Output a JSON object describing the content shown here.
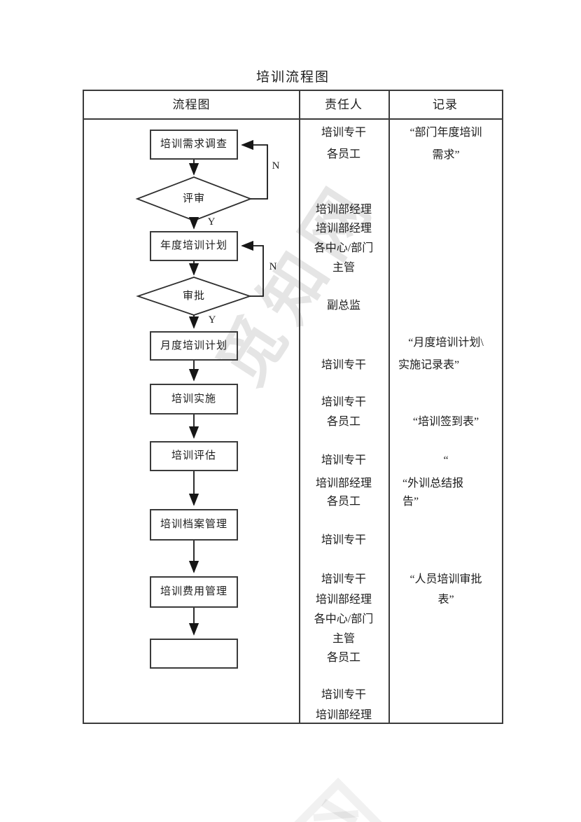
{
  "page": {
    "title": "培训流程图"
  },
  "table": {
    "headers": [
      {
        "label": "流程图"
      },
      {
        "label": "责任人"
      },
      {
        "label": "记录"
      }
    ]
  },
  "flowchart": {
    "boxes": [
      {
        "label": "培训需求调查"
      },
      {
        "label": "年度培训计划"
      },
      {
        "label": "月度培训计划"
      },
      {
        "label": "培训实施"
      },
      {
        "label": "培训评估"
      },
      {
        "label": "培训档案管理"
      },
      {
        "label": "培训费用管理"
      },
      {
        "label": ""
      }
    ],
    "decisions": [
      {
        "label": "评审",
        "no_label": "N",
        "yes_label": "Y"
      },
      {
        "label": "审批",
        "no_label": "N",
        "yes_label": "Y"
      }
    ]
  },
  "responsible": {
    "items": [
      {
        "text": "培训专干"
      },
      {
        "text": "各员工"
      },
      {
        "text": "培训部经理"
      },
      {
        "text": "培训部经理"
      },
      {
        "text": "各中心/部门"
      },
      {
        "text": "主管"
      },
      {
        "text": "副总监"
      },
      {
        "text": "培训专干"
      },
      {
        "text": "培训专干"
      },
      {
        "text": "各员工"
      },
      {
        "text": "培训专干"
      },
      {
        "text": "培训部经理"
      },
      {
        "text": "各员工"
      },
      {
        "text": "培训专干"
      },
      {
        "text": "培训专干"
      },
      {
        "text": "培训部经理"
      },
      {
        "text": "各中心/部门"
      },
      {
        "text": "主管"
      },
      {
        "text": "各员工"
      },
      {
        "text": "培训专干"
      },
      {
        "text": "培训部经理"
      }
    ]
  },
  "records": {
    "lines": [
      {
        "text": "“部门年度培训"
      },
      {
        "text": "需求”"
      },
      {
        "text": "“月度培训计划\\"
      },
      {
        "text": "实施记录表”"
      },
      {
        "text": "“培训签到表”"
      },
      {
        "text": "“"
      },
      {
        "text": "“外训总结报"
      },
      {
        "text": "告”"
      },
      {
        "text": "“人员培训审批"
      },
      {
        "text": "表”"
      }
    ]
  },
  "watermark": {
    "text": "觅知网"
  }
}
